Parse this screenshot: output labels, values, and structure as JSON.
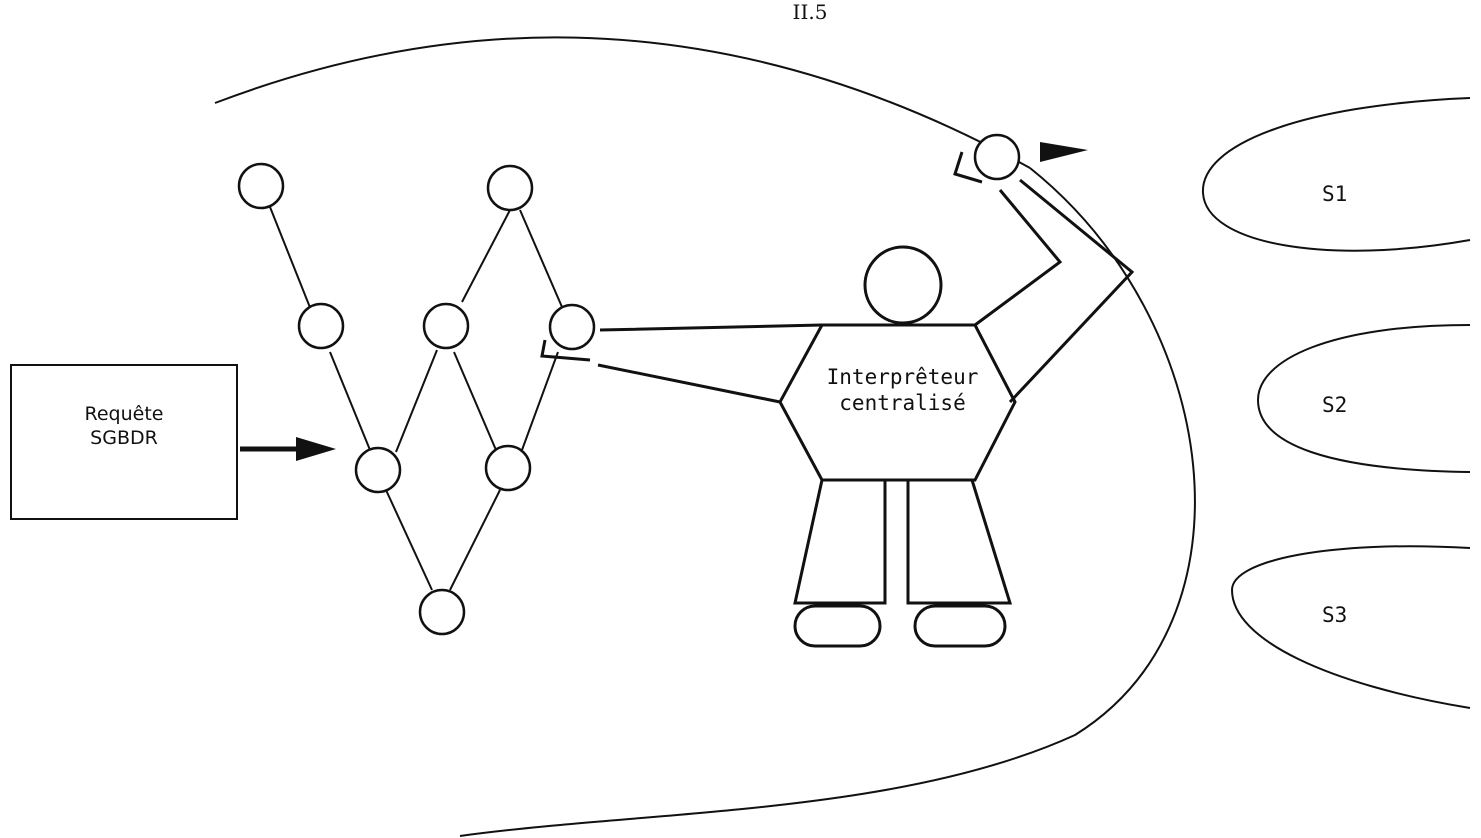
{
  "page_number": "II.5",
  "request": {
    "line1": "Requête",
    "line2": "SGBDR"
  },
  "interpreter": {
    "line1": "Interprêteur",
    "line2": "centralisé"
  },
  "sites": [
    "S1",
    "S2",
    "S3"
  ],
  "colors": {
    "ink": "#111111",
    "background": "#ffffff"
  }
}
